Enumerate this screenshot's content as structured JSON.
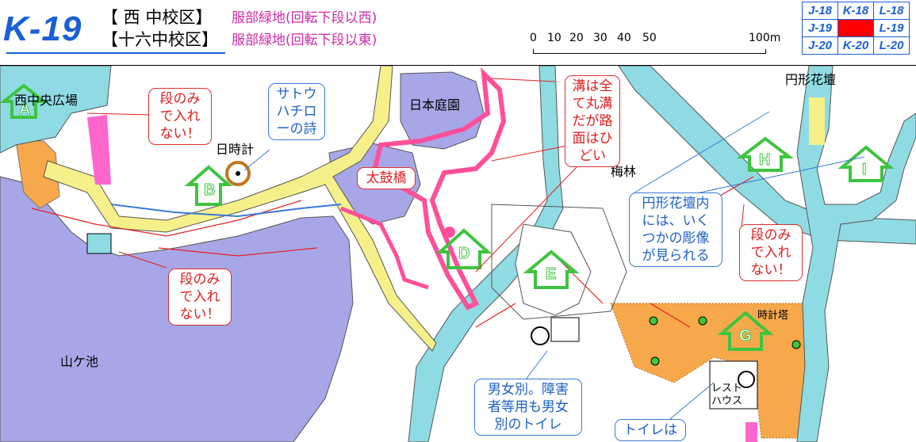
{
  "header": {
    "sheet_id": "K-19",
    "rows": [
      {
        "district": "【 西 中校区】",
        "desc": "服部緑地(回転下段以西)"
      },
      {
        "district": "【十六中校区】",
        "desc": "服部緑地(回転下段以東)"
      }
    ],
    "scale": {
      "ticks": [
        "0",
        "10",
        "20",
        "30",
        "40",
        "50",
        "100m"
      ]
    },
    "grid": [
      [
        "J-18",
        "K-18",
        "L-18"
      ],
      [
        "J-19",
        "",
        "L-19"
      ],
      [
        "J-20",
        "K-20",
        "L-20"
      ]
    ]
  },
  "map": {
    "labels": {
      "plaza": "西中央広場",
      "sundial": "日時計",
      "garden": "日本庭園",
      "plum": "梅林",
      "circle_bed": "円形花壇",
      "pond": "山ケ池",
      "clock_tower": "時計塔",
      "rest_house": "レスト\nハウス"
    },
    "zones": [
      "A",
      "B",
      "D",
      "E",
      "G",
      "H",
      "I"
    ],
    "callouts": {
      "steps1": "段のみ\nで入れ\nない！",
      "steps2": "段のみ\nで入れ\nない！",
      "steps3": "段のみ\nで入れ\nない！",
      "poem": "サトウ\nハチロ\nーの詩",
      "bridge": "太鼓橋",
      "ditch": "溝は全\nて丸溝\nだが路\n面はひ\nどい",
      "sculpture": "円形花壇内\nには、いく\nつかの彫像\nが見られる",
      "toilet": "男女別。障害\n者等用も男女\n別のトイレ",
      "toilet2": "トイレは"
    },
    "colors": {
      "path_cyan": "#8fdbe3",
      "path_yellow": "#f6f08a",
      "path_pink": "#ff4f9a",
      "pond": "#a7a7e7",
      "plaza_orange": "#f6a84a",
      "route_red": "#e82020",
      "zone_green": "#3ec43e"
    }
  }
}
